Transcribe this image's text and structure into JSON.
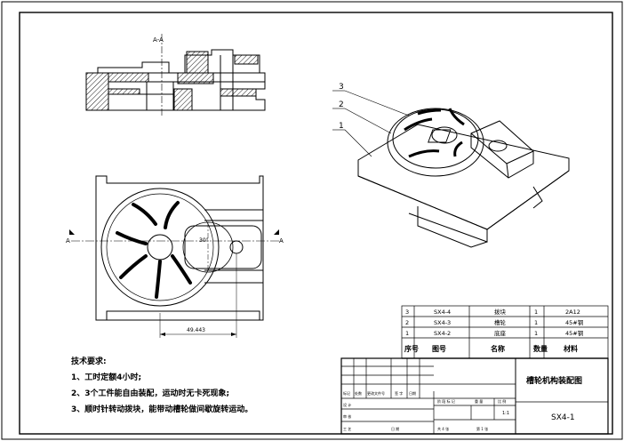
{
  "drawing": {
    "section_label": "A-A",
    "cut_marks": [
      "A",
      "A"
    ],
    "angle_label": "30°",
    "dimension_label": "49.443",
    "balloons": [
      "3",
      "2",
      "1"
    ]
  },
  "notes": {
    "heading": "技术要求:",
    "items": [
      "1、工时定额4小时;",
      "2、3个工件能自由装配，运动时无卡死现象;",
      "3、顺时针转动拨块，能带动槽轮做间歇旋转运动。"
    ]
  },
  "bom": {
    "rows": [
      [
        "3",
        "SX4-4",
        "拨块",
        "1",
        "2A12"
      ],
      [
        "2",
        "SX4-3",
        "槽轮",
        "1",
        "45#钢"
      ],
      [
        "1",
        "SX4-2",
        "底座",
        "1",
        "45#钢"
      ]
    ],
    "header": [
      "序号",
      "图号",
      "名称",
      "数量",
      "材料"
    ]
  },
  "title_block": {
    "drawing_name": "槽轮机构装配图",
    "drawing_no": "SX4-1",
    "scale": "1:1",
    "small_labels": [
      "标记",
      "处数",
      "更改文件号",
      "签 字",
      "日期",
      "设 计",
      "审 核",
      "工 艺",
      "阶 段 标 记",
      "重 量",
      "比 例",
      "共  4  张",
      "第  1  张",
      "日 期"
    ]
  }
}
